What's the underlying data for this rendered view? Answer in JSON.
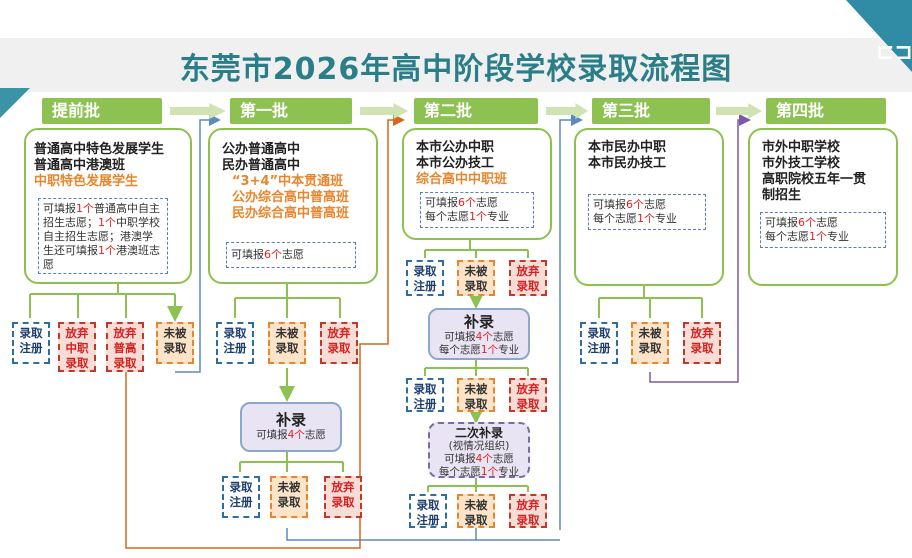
{
  "title": "东莞市2026年高中阶段学校录取流程图",
  "phases": [
    "提前批",
    "第一批",
    "第二批",
    "第三批",
    "第四批"
  ],
  "cards": {
    "p1": {
      "l1": "普通高中特色发展学生",
      "l2": "普通高中港澳班",
      "l3": "中职特色发展学生",
      "n1": "可填报",
      "n2": "1个",
      "n3": "普通高中自主招生志愿；",
      "n4": "1个",
      "n5": "中职学校自主招生志愿；港澳学生还可填报",
      "n6": "1个",
      "n7": "港澳班志愿"
    },
    "p2": {
      "l1": "公办普通高中",
      "l2": "民办普通高中",
      "l3": "“3+4”中本贯通班",
      "l4": "公办综合高中普高班",
      "l5": "民办综合高中普高班",
      "n1": "可填报",
      "n2": "6个",
      "n3": "志愿"
    },
    "p3": {
      "l1": "本市公办中职",
      "l2": "本市公办技工",
      "l3": "综合高中中职班",
      "n1": "可填报",
      "n2": "6个",
      "n3": "志愿",
      "n4": "每个志愿",
      "n5": "1个",
      "n6": "专业"
    },
    "p4": {
      "l1": "本市民办中职",
      "l2": "本市民办技工",
      "n1": "可填报",
      "n2": "6个",
      "n3": "志愿",
      "n4": "每个志愿",
      "n5": "1个",
      "n6": "专业"
    },
    "p5": {
      "l1": "市外中职学校",
      "l2": "市外技工学校",
      "l3": "高职院校五年一贯",
      "l4": "制招生",
      "n1": "可填报",
      "n2": "6个",
      "n3": "志愿",
      "n4": "每个志愿",
      "n5": "1个",
      "n6": "专业"
    }
  },
  "outcomes": {
    "admit_register": [
      "录取",
      "注册"
    ],
    "not_admitted": [
      "未被",
      "录取"
    ],
    "give_up": [
      "放弃",
      "录取"
    ],
    "give_up_vocational": [
      "放弃",
      "中职",
      "录取"
    ],
    "give_up_general": [
      "放弃",
      "普高",
      "录取"
    ],
    "admit": [
      "录取"
    ]
  },
  "supplement": {
    "p2": {
      "title": "补录",
      "s1": "可填报",
      "s2": "4个",
      "s3": "志愿"
    },
    "p3a": {
      "title": "补录",
      "s1": "可填报",
      "s2": "4个",
      "s3": "志愿",
      "s4": "每个志愿",
      "s5": "1个",
      "s6": "专业"
    },
    "p3b": {
      "title": "二次补录",
      "sub": "(视情况组织)",
      "s1": "可填报",
      "s2": "4个",
      "s3": "志愿",
      "s4": "每个志愿",
      "s5": "1个",
      "s6": "专业"
    }
  },
  "colors": {
    "title": "#2a7e88",
    "phase": "#8dc152",
    "orange": "#e8862d",
    "red": "#e02020",
    "blue_line": "#5a8ac0",
    "orange_line": "#d2691e",
    "purple_line": "#7b5aa6"
  }
}
